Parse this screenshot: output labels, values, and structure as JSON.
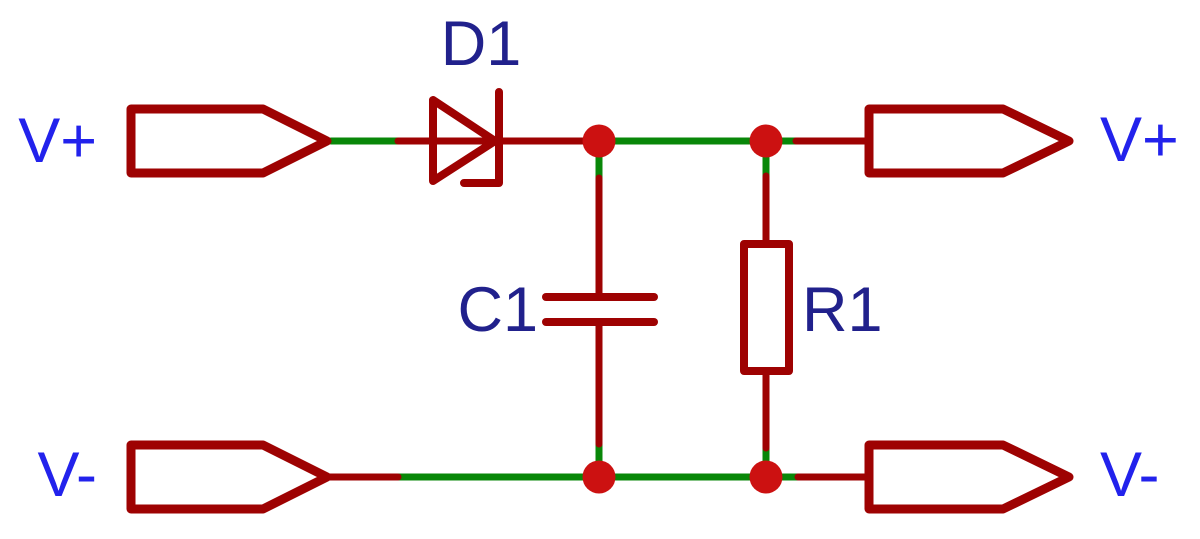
{
  "colors": {
    "background": "#ffffff",
    "symbol": "#9e0202",
    "wire": "#088708",
    "junction": "#cc1111",
    "refdes_text": "#21218c",
    "port_text": "#2222ec"
  },
  "ports": {
    "top_left": {
      "label": "V+",
      "side": "left",
      "rail": "positive"
    },
    "top_right": {
      "label": "V+",
      "side": "right",
      "rail": "positive"
    },
    "bottom_left": {
      "label": "V-",
      "side": "left",
      "rail": "negative"
    },
    "bottom_right": {
      "label": "V-",
      "side": "right",
      "rail": "negative"
    }
  },
  "components": {
    "d1": {
      "refdes": "D1",
      "kind": "zener-diode",
      "orientation": "horizontal"
    },
    "c1": {
      "refdes": "C1",
      "kind": "capacitor",
      "orientation": "vertical"
    },
    "r1": {
      "refdes": "R1",
      "kind": "resistor",
      "orientation": "vertical"
    }
  },
  "junction_count": "4"
}
